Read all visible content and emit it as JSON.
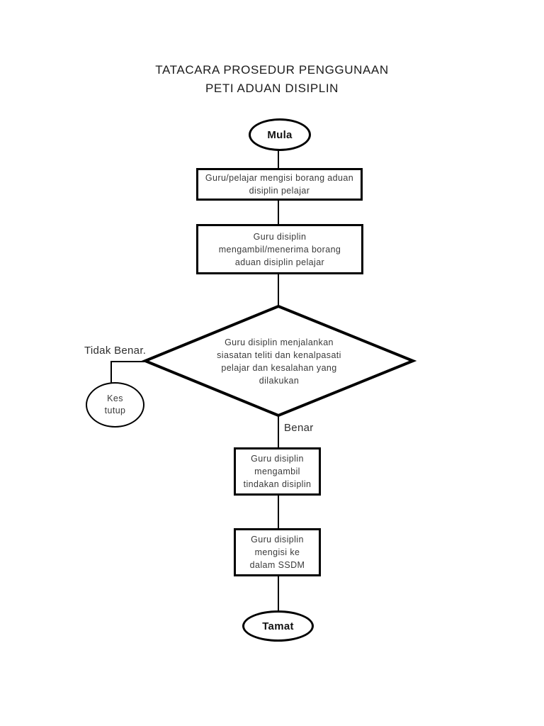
{
  "title": {
    "line1": "TATACARA PROSEDUR PENGGUNAAN",
    "line2": "PETI ADUAN DISIPLIN"
  },
  "flowchart": {
    "start": "Mula",
    "step1": "Guru/pelajar mengisi borang aduan\ndisiplin pelajar",
    "step2": "Guru disiplin\nmengambil/menerima borang\naduan disiplin pelajar",
    "decision": "Guru disiplin menjalankan\nsiasatan teliti dan kenalpasati\npelajar dan kesalahan yang\ndilakukan",
    "no_label": "Tidak Benar.",
    "no_result": "Kes\ntutup",
    "yes_label": "Benar",
    "step3": "Guru disiplin\nmengambil\ntindakan disiplin",
    "step4": "Guru disiplin\nmengisi ke\ndalam SSDM",
    "end": "Tamat"
  },
  "colors": {
    "shape_stroke": "#000000",
    "text": "#3a3a3a",
    "title_text": "#1c1c1c",
    "page_background": "#ffffff"
  }
}
